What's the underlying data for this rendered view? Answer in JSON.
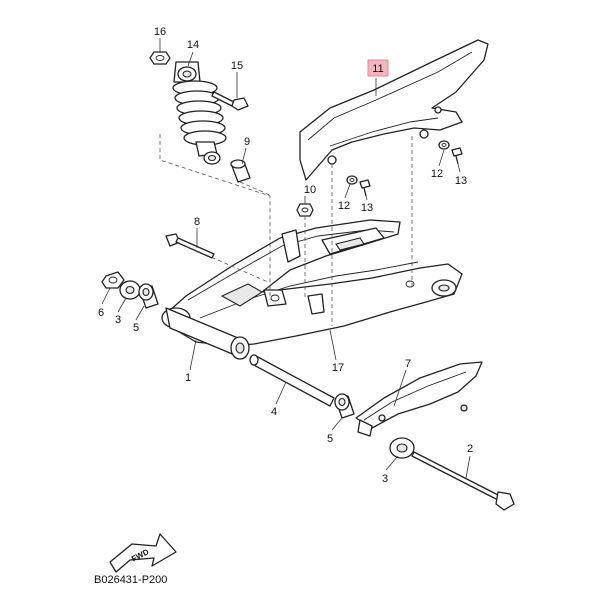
{
  "diagram": {
    "reference_code": "B026431-P200",
    "fwd_badge": "FWD",
    "highlight_color": "#f4b5bd",
    "callouts": [
      {
        "id": "c1",
        "label": "1"
      },
      {
        "id": "c2",
        "label": "2"
      },
      {
        "id": "c3a",
        "label": "3"
      },
      {
        "id": "c3b",
        "label": "3"
      },
      {
        "id": "c4",
        "label": "4"
      },
      {
        "id": "c5a",
        "label": "5"
      },
      {
        "id": "c5b",
        "label": "5"
      },
      {
        "id": "c6",
        "label": "6"
      },
      {
        "id": "c7",
        "label": "7"
      },
      {
        "id": "c8",
        "label": "8"
      },
      {
        "id": "c9",
        "label": "9"
      },
      {
        "id": "c10",
        "label": "10"
      },
      {
        "id": "c11",
        "label": "11"
      },
      {
        "id": "c12a",
        "label": "12"
      },
      {
        "id": "c12b",
        "label": "12"
      },
      {
        "id": "c13a",
        "label": "13"
      },
      {
        "id": "c13b",
        "label": "13"
      },
      {
        "id": "c14",
        "label": "14"
      },
      {
        "id": "c15",
        "label": "15"
      },
      {
        "id": "c16",
        "label": "16"
      },
      {
        "id": "c17",
        "label": "17"
      }
    ]
  }
}
